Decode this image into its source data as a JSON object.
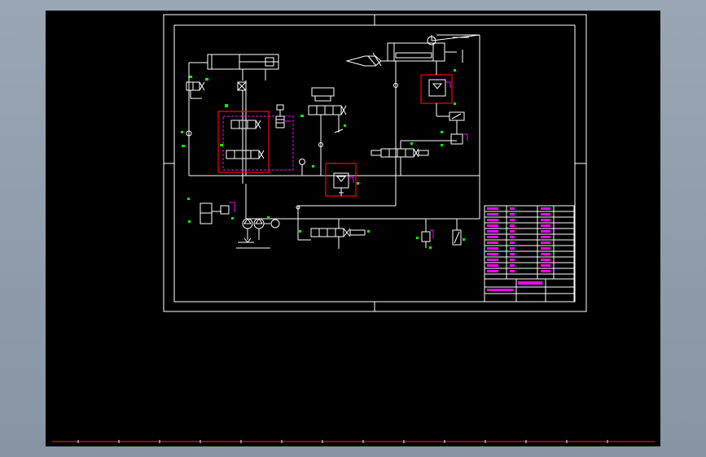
{
  "sheet": {
    "paper_color": "#000000",
    "line_color": "#ffffff",
    "accent_colors": {
      "dimension_labels": "#00ff00",
      "pilot_lines": "#ff00ff",
      "highlight_boxes": "#ff0000"
    }
  },
  "components": [
    "lifting-cylinder",
    "injection-cylinder",
    "motor",
    "hydraulic-pump",
    "electric-motor",
    "solenoid-valve",
    "relief-valve",
    "pressure-gauge",
    "flow-control-valve",
    "check-valve",
    "filter",
    "accumulator",
    "oil-tank"
  ],
  "title_block": {
    "rows": 12,
    "bottom_cells": 8
  }
}
